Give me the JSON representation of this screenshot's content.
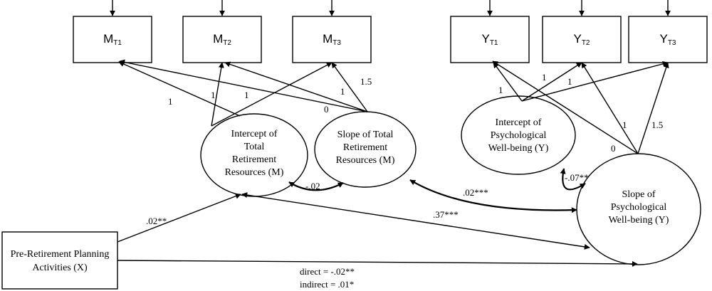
{
  "boxes": {
    "mt1": {
      "main": "M",
      "sub": "T1"
    },
    "mt2": {
      "main": "M",
      "sub": "T2"
    },
    "mt3": {
      "main": "M",
      "sub": "T3"
    },
    "yt1": {
      "main": "Y",
      "sub": "T1"
    },
    "yt2": {
      "main": "Y",
      "sub": "T2"
    },
    "yt3": {
      "main": "Y",
      "sub": "T3"
    },
    "x": {
      "lines": [
        "Pre-Retirement Planning",
        "Activities (X)"
      ]
    }
  },
  "latents": {
    "intercept_m": {
      "lines": [
        "Intercept of",
        "Total",
        "Retirement",
        "Resources (M)"
      ]
    },
    "slope_m": {
      "lines": [
        "Slope of Total",
        "Retirement",
        "Resources (M)"
      ]
    },
    "intercept_y": {
      "lines": [
        "Intercept of",
        "Psychological",
        "Well-being (Y)"
      ]
    },
    "slope_y": {
      "lines": [
        "Slope of",
        "Psychological",
        "Well-being (Y)"
      ]
    }
  },
  "labels": {
    "int_m_to_mt1": "1",
    "int_m_to_mt2": "1",
    "int_m_to_mt3": "1",
    "slope_m_to_mt1": "0",
    "slope_m_to_mt2": "1",
    "slope_m_to_mt3": "1.5",
    "int_y_to_yt1": "1",
    "int_y_to_yt2": "1",
    "int_y_to_yt3": "1",
    "slope_y_to_yt1": "0",
    "slope_y_to_yt2": "1",
    "slope_y_to_yt3": "1.5",
    "cov_m": "-.02",
    "cov_y": "-.07**",
    "cov_slope_m_slope_y": ".02***",
    "a_path": ".02**",
    "b_path": ".37***",
    "direct": "direct = -.02**",
    "indirect": "indirect = .01*"
  }
}
